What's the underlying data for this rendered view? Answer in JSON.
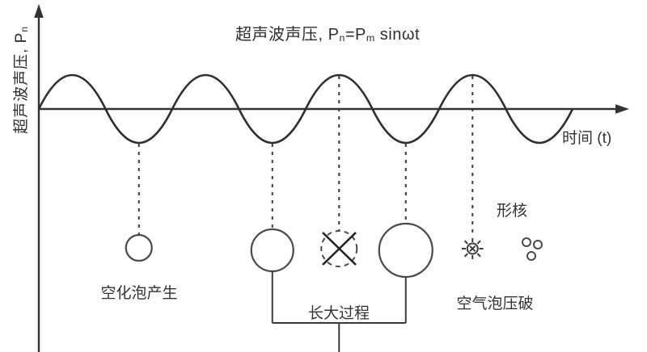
{
  "colors": {
    "line": "#333333",
    "shape_stroke": "#4a4a4a",
    "text": "#333333",
    "background": "#ffffff"
  },
  "title": {
    "part1": "超声波声压, P",
    "sub1": "n",
    "part2": "=P",
    "sub2": "m",
    "part3": " sinωt"
  },
  "y_axis": {
    "label_prefix": "超声波声压, P",
    "label_sub": "n"
  },
  "x_axis": {
    "label": "时间 (t)"
  },
  "annotations": {
    "bubble_generation": "空化泡产生",
    "growth_process": "长大过程",
    "bubble_burst": "空气泡压破",
    "nucleation": "形核"
  }
}
